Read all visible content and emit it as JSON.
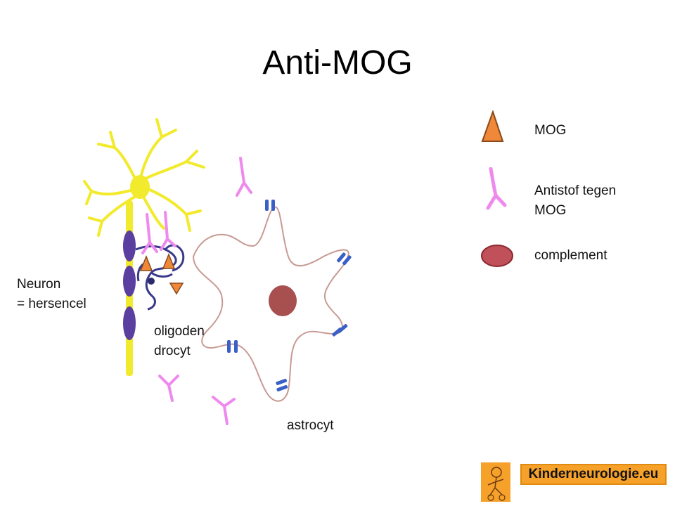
{
  "title": "Anti-MOG",
  "labels": {
    "neuron_line1": "Neuron",
    "neuron_line2": "= hersencel",
    "oligo_line1": "oligoden",
    "oligo_line2": "drocyt",
    "astrocyte": "astrocyt"
  },
  "legend": {
    "mog": "MOG",
    "antibody_line1": "Antistof tegen",
    "antibody_line2": "MOG",
    "complement": "complement"
  },
  "logo": {
    "text": "Kinderneurologie.eu"
  },
  "colors": {
    "neuron": "#f2ea2c",
    "myelin": "#5a3fa0",
    "antibody": "#ee8aee",
    "mog": "#f0883a",
    "complement": "#c0505a",
    "astrocyte_outline": "#c89a94",
    "astrocyte_nucleus": "#a85050",
    "channel": "#3a60c8",
    "logo_bg": "#f6a12a"
  }
}
